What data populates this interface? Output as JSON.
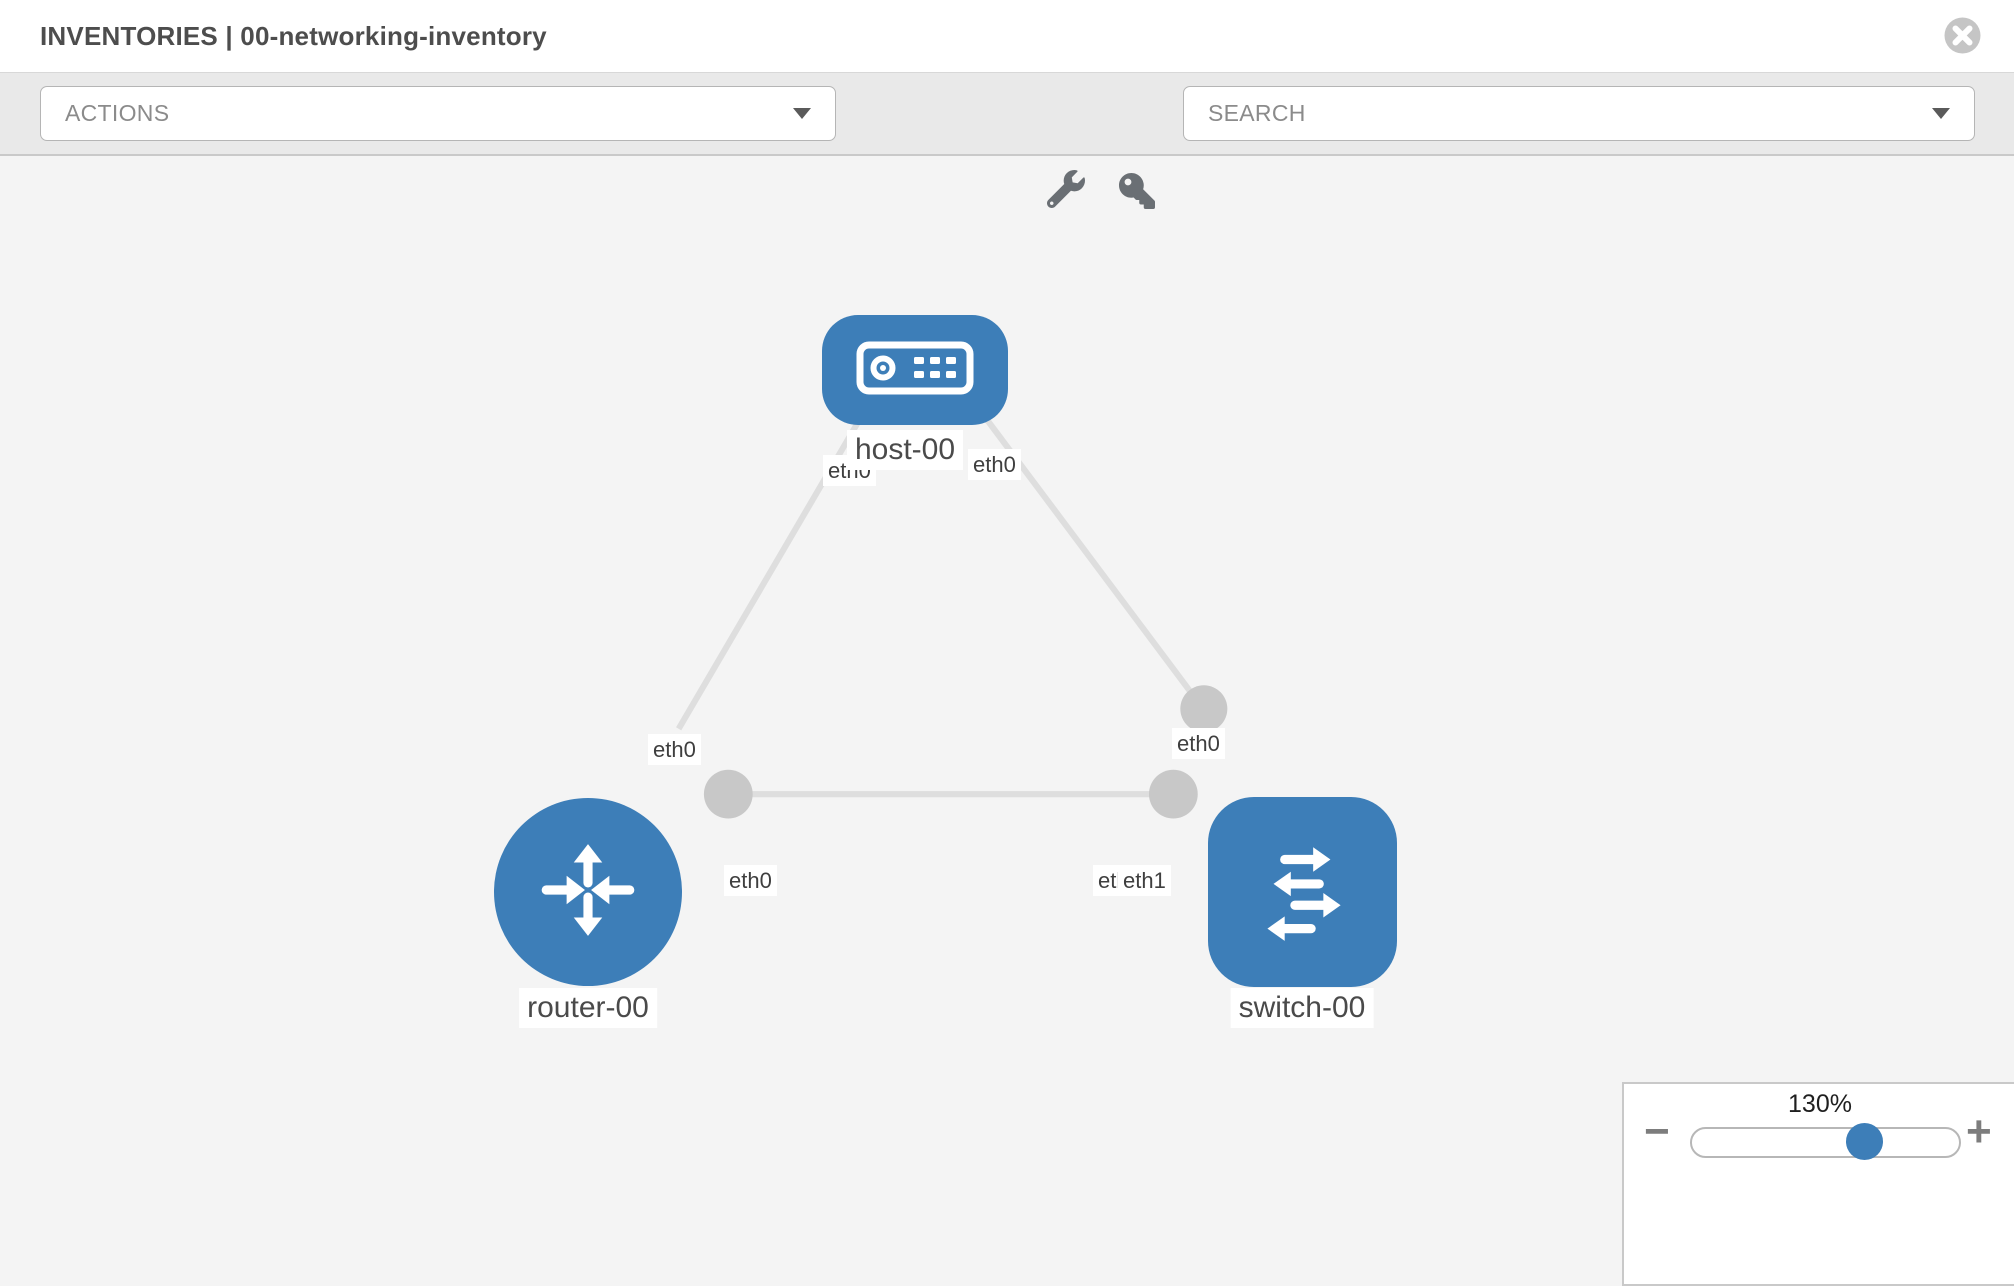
{
  "header": {
    "title": "INVENTORIES | 00-networking-inventory"
  },
  "toolbar": {
    "actions_label": "ACTIONS",
    "search_placeholder": "SEARCH"
  },
  "nodes": [
    {
      "label": "host-00",
      "type": "host"
    },
    {
      "label": "router-00",
      "type": "router"
    },
    {
      "label": "switch-00",
      "type": "switch"
    }
  ],
  "port_labels": {
    "host_to_router_at_host": "eth0",
    "host_to_switch_at_host": "eth0",
    "host_to_router_at_router": "eth0",
    "host_to_switch_at_switch": "eth0",
    "router_to_switch_at_router": "eth0",
    "router_to_switch_at_switch_under": "eth0",
    "router_to_switch_at_switch": "eth1"
  },
  "topology_links": [
    {
      "source": "host-00",
      "source_port": "eth0",
      "target": "router-00",
      "target_port": "eth0"
    },
    {
      "source": "host-00",
      "source_port": "eth0",
      "target": "switch-00",
      "target_port": "eth0"
    },
    {
      "source": "router-00",
      "source_port": "eth0",
      "target": "switch-00",
      "target_port": "eth1"
    }
  ],
  "zoom_control": {
    "level": "130%",
    "minus": "−",
    "plus": "+"
  },
  "colors": {
    "node_blue": "#3d7eb8",
    "link_gray": "#dedede",
    "connector_gray": "#c8c8c8",
    "toolbar_gray": "#e9e9e9"
  }
}
